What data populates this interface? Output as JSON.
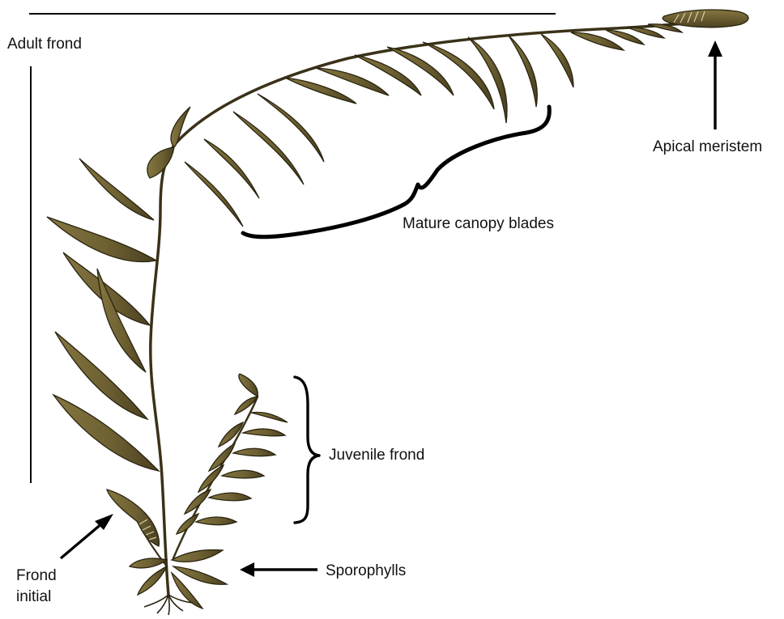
{
  "labels": {
    "adult_frond": "Adult frond",
    "apical_meristem": "Apical meristem",
    "mature_canopy_blades": "Mature canopy blades",
    "juvenile_frond": "Juvenile frond",
    "sporophylls": "Sporophylls",
    "frond_initial_line1": "Frond",
    "frond_initial_line2": "initial"
  },
  "colors": {
    "blade_light": "#7d6e3a",
    "blade_dark": "#4a4020",
    "outline": "#2a2410",
    "stipe": "#3a3218",
    "label_text": "#111111",
    "background": "#ffffff"
  }
}
